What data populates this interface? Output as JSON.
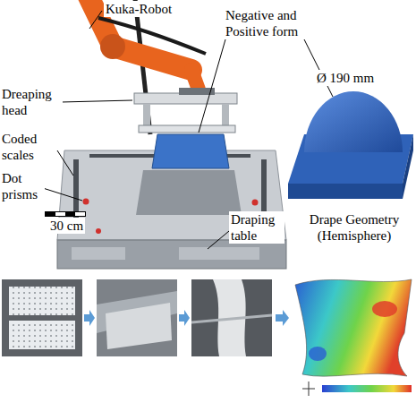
{
  "diagram": {
    "labels": [
      "Kuka-Robot",
      "Negative and Positive form",
      "Dreaping head",
      "Ø 190 mm",
      "Coded scales",
      "Dot prisms",
      "30 cm",
      "Draping table",
      "Drape Geometry (Hemisphere)"
    ]
  }
}
